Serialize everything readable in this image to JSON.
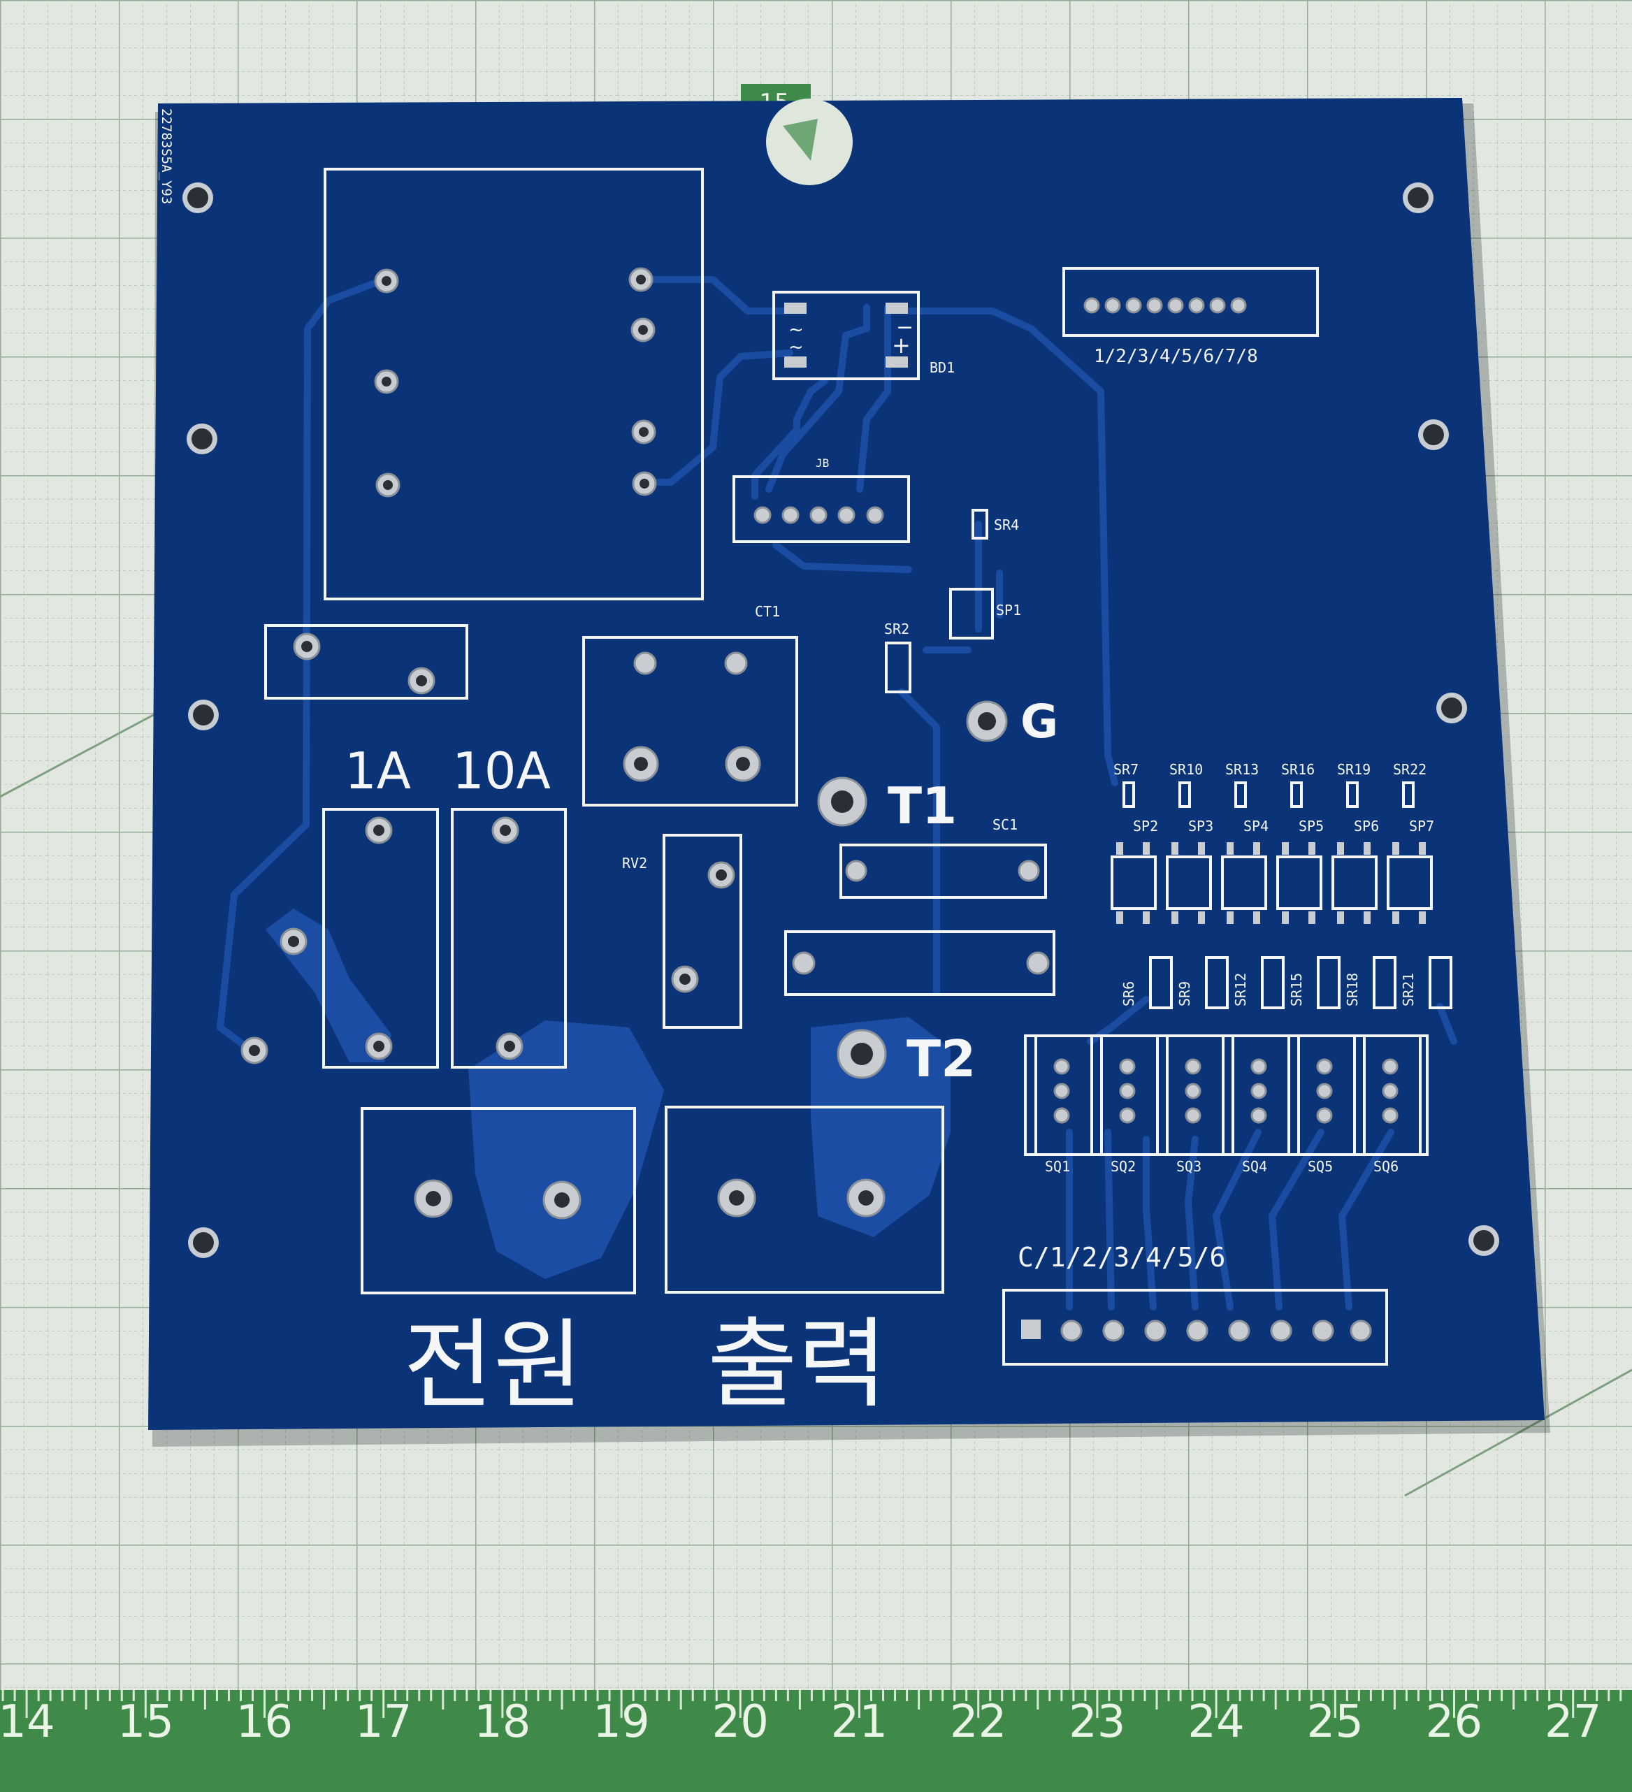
{
  "board": {
    "id_text": "22783S5A_Y93",
    "colors": {
      "soldermask": "#0b3478",
      "silkscreen": "#f4f6f8",
      "trace": "#1c4fa6",
      "mat_green": "#3f8a48",
      "mat_background": "#e4e9e3"
    }
  },
  "labels": {
    "bd1": "BD1",
    "jb": "JB",
    "ct1": "CT1",
    "sr4": "SR4",
    "sp1": "SP1",
    "sr2": "SR2",
    "g": "G",
    "t1": "T1",
    "t2": "T2",
    "sc1": "SC1",
    "rv2": "RV2",
    "fuse_1a": "1A",
    "fuse_10a": "10A",
    "header_top": "1/2/3/4/5/6/7/8",
    "header_bottom": "C/1/2/3/4/5/6",
    "power": "전원",
    "output": "출력",
    "sr_top": [
      "SR7",
      "SR10",
      "SR13",
      "SR16",
      "SR19",
      "SR22"
    ],
    "sp_row": [
      "SP2",
      "SP3",
      "SP4",
      "SP5",
      "SP6",
      "SP7"
    ],
    "sr_bottom": [
      "SR6",
      "SR9",
      "SR12",
      "SR15",
      "SR18",
      "SR21"
    ],
    "sq_row": [
      "SQ1",
      "SQ2",
      "SQ3",
      "SQ4",
      "SQ5",
      "SQ6"
    ]
  },
  "mat_top_mark": "15",
  "ruler": [
    "14",
    "15",
    "16",
    "17",
    "18",
    "19",
    "20",
    "21",
    "22",
    "23",
    "24",
    "25",
    "26",
    "27"
  ]
}
